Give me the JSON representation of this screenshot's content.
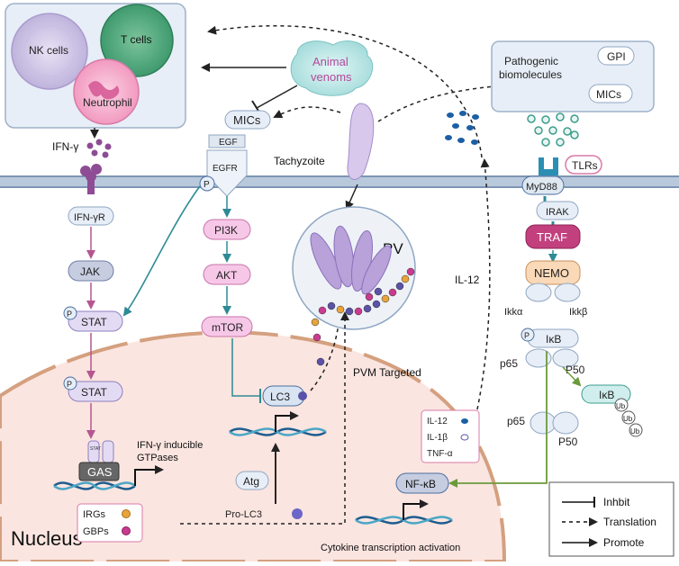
{
  "cells": {
    "nk": "NK cells",
    "t": "T cells",
    "neutrophil": "Neutrophil"
  },
  "venom": {
    "line1": "Animal",
    "line2": "venoms"
  },
  "ifn_gamma": "IFN-γ",
  "mics_left": "MICs",
  "egf": "EGF",
  "egfr": "EGFR",
  "p": "P",
  "tachyzoite": "Tachyzoite",
  "pathogenic": {
    "line1": "Pathogenic",
    "line2": "biomolecules",
    "gpi": "GPI",
    "mics": "MICs"
  },
  "tlrs": "TLRs",
  "myd88": "MyD88",
  "irak": "IRAK",
  "traf": "TRAF",
  "nemo": "NEMO",
  "ikka": "Ikkα",
  "ikkb": "Ikkβ",
  "ikb": "IκB",
  "p65": "p65",
  "p50": "P50",
  "ub": "Ub",
  "il12_label": "IL-12",
  "pv": "PV",
  "pvm_targeted": "PVM Targeted",
  "ifngr": "IFN-γR",
  "jak": "JAK",
  "stat": "STAT",
  "stat_small": "STAT",
  "pi3k": "PI3K",
  "akt": "AKT",
  "mtor": "mTOR",
  "lc3": "LC3",
  "atg": "Atg",
  "pro_lc3": "Pro-LC3",
  "gas": "GAS",
  "ifn_inducible": {
    "line1": "IFN-γ inducible",
    "line2": "GTPases"
  },
  "irgs": "IRGs",
  "gbps": "GBPs",
  "nucleus": "Nucleus",
  "cytokines": {
    "il12": "IL-12",
    "il1b": "IL-1β",
    "tnfa": "TNF-α"
  },
  "nfkb": "NF-κB",
  "cytokine_activation": "Cytokine transcription activation",
  "legend": {
    "inhibit": "Inhbit",
    "translation": "Translation",
    "promote": "Promote"
  },
  "colors": {
    "membrane": "#8fa6c2",
    "nucleus": "#fbe5e0",
    "pink_node": "#f7c7e8",
    "lavender_node": "#e3dbf3",
    "traf": "#c2407e",
    "nemo": "#f9d9b8",
    "teal_arrow": "#2e8a95",
    "green_arrow": "#6b9a3c",
    "magenta_arrow": "#b55691"
  }
}
